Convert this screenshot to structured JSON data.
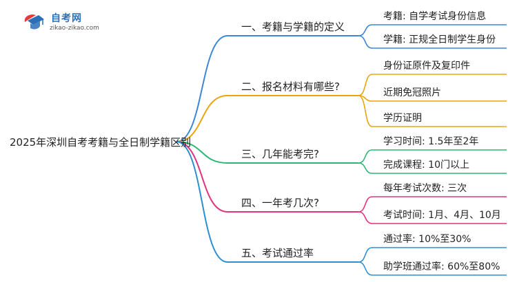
{
  "logo": {
    "name_cn": "自考网",
    "domain": "zikao-zikao.com"
  },
  "diagram": {
    "root": "2025年深圳自考考籍与全日制学籍区别",
    "branches": [
      {
        "label": "一、考籍与学籍的定义",
        "color": "#3b86d6",
        "leaves": [
          "考籍: 自学考试身份信息",
          "学籍: 正规全日制学生身份"
        ]
      },
      {
        "label": "二、报名材料有哪些?",
        "color": "#eaa50c",
        "leaves": [
          "身份证原件及复印件",
          "近期免冠照片",
          "学历证明"
        ]
      },
      {
        "label": "三、几年能考完?",
        "color": "#2bb673",
        "leaves": [
          "学习时间: 1.5年至2年",
          "完成课程: 10门以上"
        ]
      },
      {
        "label": "四、一年考几次?",
        "color": "#e2337d",
        "leaves": [
          "每年考试次数: 三次",
          "考试时间: 1月、4月、10月"
        ]
      },
      {
        "label": "五、考试通过率",
        "color": "#2b8fd0",
        "leaves": [
          "通过率: 10%至30%",
          "助学班通过率: 60%至80%"
        ]
      }
    ]
  }
}
